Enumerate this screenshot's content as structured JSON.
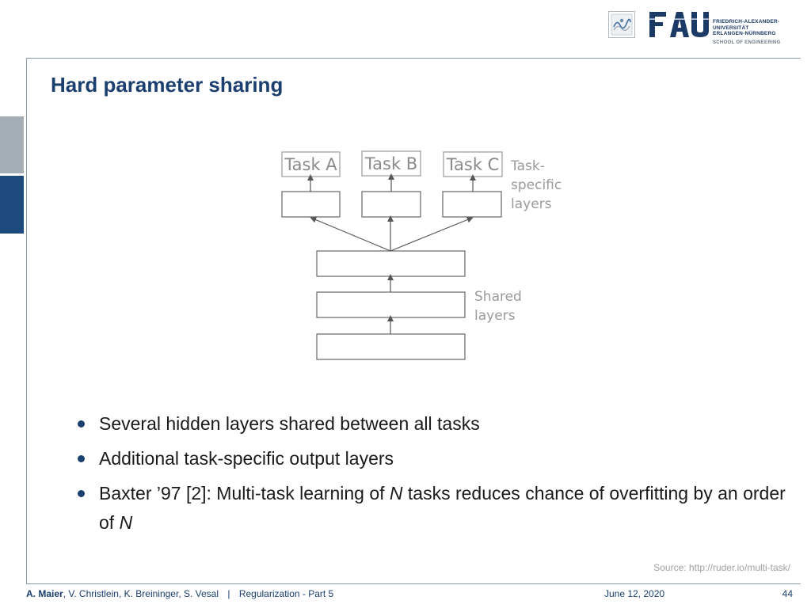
{
  "header": {
    "logo_text": "FAU",
    "university_lines": [
      "FRIEDRICH-ALEXANDER-",
      "UNIVERSITÄT",
      "ERLANGEN-NÜRNBERG"
    ],
    "school": "SCHOOL OF ENGINEERING"
  },
  "slide": {
    "title": "Hard parameter sharing",
    "diagram": {
      "tasks": [
        "Task A",
        "Task B",
        "Task C"
      ],
      "task_specific_label": [
        "Task-",
        "specific",
        "layers"
      ],
      "shared_label": [
        "Shared",
        "layers"
      ]
    },
    "bullets": [
      {
        "parts": [
          "Several hidden layers shared between all tasks"
        ]
      },
      {
        "parts": [
          "Additional task-specific output layers"
        ]
      },
      {
        "parts": [
          "Baxter ’97 [2]: Multi-task learning of ",
          "N",
          " tasks reduces chance of overfitting by an order of ",
          "N"
        ]
      }
    ],
    "source": "Source: http://ruder.io/multi-task/"
  },
  "footer": {
    "lead_author": "A. Maier",
    "coauthors": ", V. Christlein, K. Breininger, S. Vesal",
    "separator": "|",
    "lecture": "Regularization - Part 5",
    "date": "June 12, 2020",
    "page": "44"
  },
  "colors": {
    "brand_blue": "#1b3f6e",
    "frame_gray": "#8a98a8",
    "diagram_gray": "#8a8a8a"
  }
}
